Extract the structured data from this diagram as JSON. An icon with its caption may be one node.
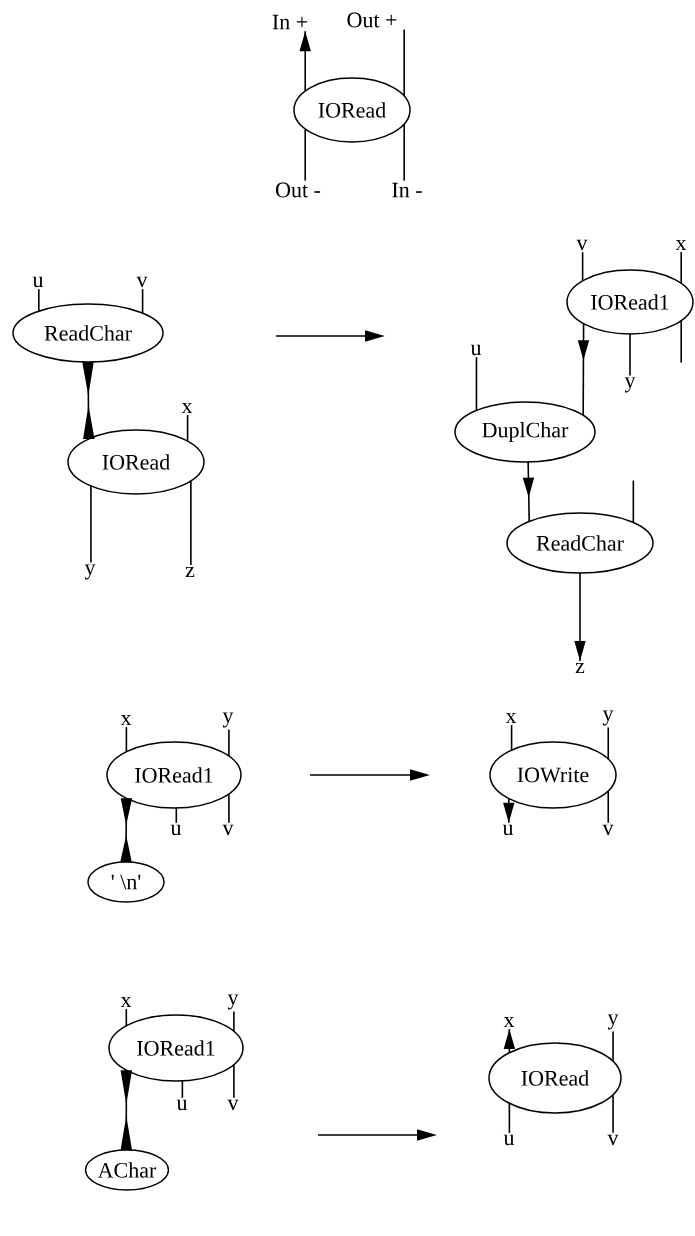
{
  "diagram": {
    "nodes": [
      {
        "text": [
          "IORead"
        ]
      },
      {
        "text": [
          "In +"
        ]
      },
      {
        "text": [
          "Out +"
        ]
      },
      {
        "text": [
          "Out -"
        ]
      },
      {
        "text": [
          "In -"
        ]
      },
      {
        "text": [
          "ReadChar"
        ]
      },
      {
        "text": [
          "u"
        ]
      },
      {
        "text": [
          "v"
        ]
      },
      {
        "text": [
          "IORead"
        ]
      },
      {
        "text": [
          "x"
        ]
      },
      {
        "text": [
          "y"
        ]
      },
      {
        "text": [
          "z"
        ]
      },
      {
        "text": [
          "IORead1"
        ]
      },
      {
        "text": [
          "v"
        ]
      },
      {
        "text": [
          "x"
        ]
      },
      {
        "text": [
          "y"
        ]
      },
      {
        "text": [
          "DuplChar"
        ]
      },
      {
        "text": [
          "u"
        ]
      },
      {
        "text": [
          "ReadChar"
        ]
      },
      {
        "text": [
          "z"
        ]
      },
      {
        "text": [
          "IORead1"
        ]
      },
      {
        "text": [
          "x"
        ]
      },
      {
        "text": [
          "y"
        ]
      },
      {
        "text": [
          "u"
        ]
      },
      {
        "text": [
          "v"
        ]
      },
      {
        "text": [
          "' \\n'"
        ]
      },
      {
        "text": [
          "IOWrite"
        ]
      },
      {
        "text": [
          "x"
        ]
      },
      {
        "text": [
          "y"
        ]
      },
      {
        "text": [
          "u"
        ]
      },
      {
        "text": [
          "v"
        ]
      },
      {
        "text": [
          "IORead1"
        ]
      },
      {
        "text": [
          "x"
        ]
      },
      {
        "text": [
          "y"
        ]
      },
      {
        "text": [
          "u"
        ]
      },
      {
        "text": [
          "v"
        ]
      },
      {
        "text": [
          "AChar"
        ]
      },
      {
        "text": [
          "IORead"
        ]
      },
      {
        "text": [
          "x"
        ]
      },
      {
        "text": [
          "y"
        ]
      },
      {
        "text": [
          "u"
        ]
      },
      {
        "text": [
          "v"
        ]
      }
    ],
    "edges": [
      {
        "from": 0,
        "to": 1,
        "arrow": "to"
      },
      {
        "from": 0,
        "to": 2,
        "arrow": "none"
      },
      {
        "from": 0,
        "to": 3,
        "arrow": "none"
      },
      {
        "from": 0,
        "to": 4,
        "arrow": "none"
      },
      {
        "from": 5,
        "to": 6,
        "arrow": "none"
      },
      {
        "from": 5,
        "to": 7,
        "arrow": "none"
      },
      {
        "from": 5,
        "to": 8,
        "arrow": "other"
      },
      {
        "from": 8,
        "to": 9,
        "arrow": "none"
      },
      {
        "from": 8,
        "to": 10,
        "arrow": "none"
      },
      {
        "from": 8,
        "to": 11,
        "arrow": "none"
      },
      {
        "from": 12,
        "to": 13,
        "arrow": "none"
      },
      {
        "from": 12,
        "to": 14,
        "arrow": "none"
      },
      {
        "from": 12,
        "to": 16,
        "arrow": "to"
      },
      {
        "from": 12,
        "to": 15,
        "arrow": "none"
      },
      {
        "from": 12,
        "to": null,
        "arrow": "none"
      },
      {
        "from": 16,
        "to": 17,
        "arrow": "none"
      },
      {
        "from": 16,
        "to": 18,
        "arrow": "to"
      },
      {
        "from": 18,
        "to": null,
        "arrow": "none"
      },
      {
        "from": 18,
        "to": 19,
        "arrow": "to"
      },
      {
        "from": 20,
        "to": 21,
        "arrow": "none"
      },
      {
        "from": 20,
        "to": 22,
        "arrow": "none"
      },
      {
        "from": 20,
        "to": 25,
        "arrow": "other"
      },
      {
        "from": 20,
        "to": 23,
        "arrow": "none"
      },
      {
        "from": 20,
        "to": 24,
        "arrow": "none"
      },
      {
        "from": 26,
        "to": 27,
        "arrow": "none"
      },
      {
        "from": 26,
        "to": 28,
        "arrow": "none"
      },
      {
        "from": 26,
        "to": 29,
        "arrow": "to"
      },
      {
        "from": 26,
        "to": 30,
        "arrow": "none"
      },
      {
        "from": 31,
        "to": 32,
        "arrow": "none"
      },
      {
        "from": 31,
        "to": 33,
        "arrow": "none"
      },
      {
        "from": 31,
        "to": 36,
        "arrow": "other"
      },
      {
        "from": 31,
        "to": 34,
        "arrow": "none"
      },
      {
        "from": 31,
        "to": 35,
        "arrow": "none"
      },
      {
        "from": 37,
        "to": 38,
        "arrow": "to"
      },
      {
        "from": 37,
        "to": 39,
        "arrow": "none"
      },
      {
        "from": 37,
        "to": 40,
        "arrow": "none"
      },
      {
        "from": 37,
        "to": 41,
        "arrow": "none"
      }
    ]
  }
}
